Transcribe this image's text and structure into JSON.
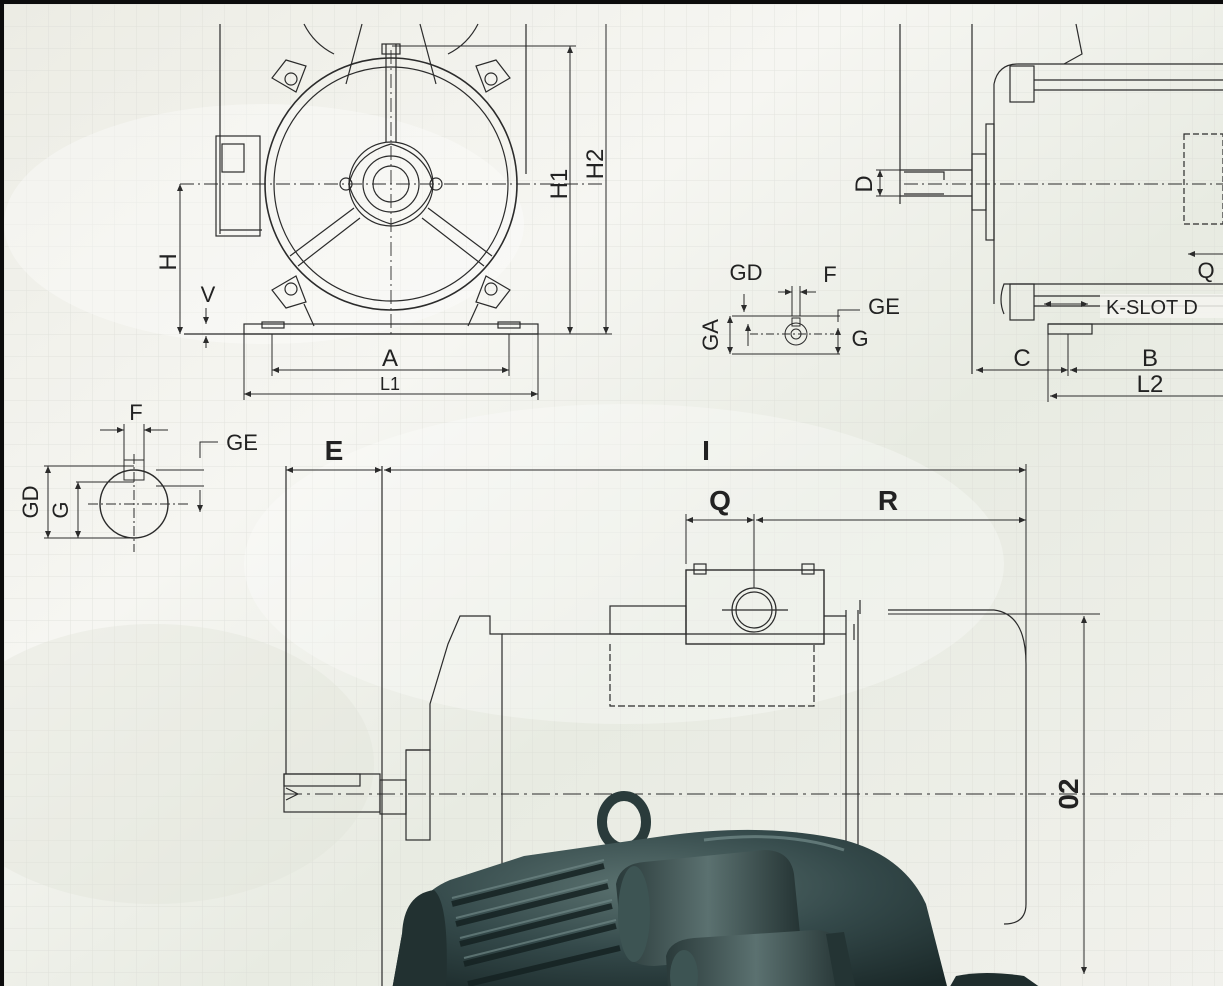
{
  "colors": {
    "frame": "#0c0c0c",
    "background": "#f5f5f1",
    "line": "#2b2b2b",
    "motor": "#2f4544"
  },
  "end_view": {
    "labels": {
      "H1": "H1",
      "H2": "H2",
      "H": "H",
      "V": "V",
      "A": "A",
      "L1": "L1"
    }
  },
  "side_view": {
    "labels": {
      "D": "D",
      "Q": "Q",
      "K_SLOT": "K-SLOT D",
      "C": "C",
      "B": "B",
      "L2": "L2"
    }
  },
  "key_detail_small": {
    "labels": {
      "GD": "GD",
      "F": "F",
      "GE": "GE",
      "GA": "GA",
      "G": "G"
    }
  },
  "key_detail_large": {
    "labels": {
      "F": "F",
      "GE": "GE",
      "GD": "GD",
      "G": "G"
    }
  },
  "main_view": {
    "labels": {
      "E": "E",
      "I": "I",
      "Q": "Q",
      "R": "R",
      "O2": "02"
    }
  },
  "icons": [
    "motor-photo-icon",
    "eyebolt-icon"
  ]
}
